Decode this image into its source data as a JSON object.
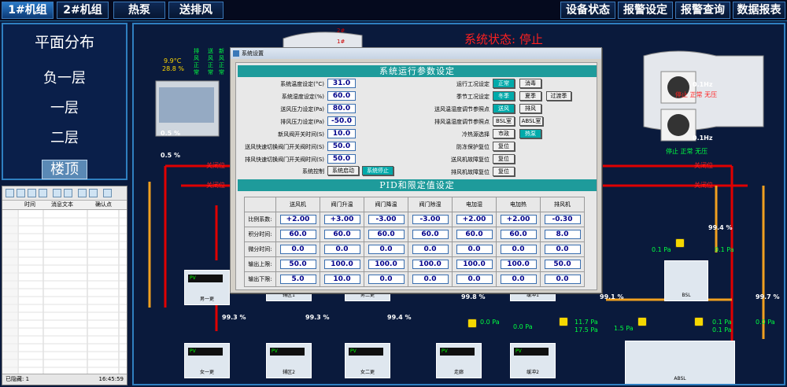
{
  "top_tabs": [
    {
      "label": "1#机组",
      "active": true
    },
    {
      "label": "2#机组",
      "active": false
    },
    {
      "label": "热泵",
      "active": false
    },
    {
      "label": "送排风",
      "active": false
    }
  ],
  "top_right_tabs": [
    "设备状态",
    "报警设定",
    "报警查询",
    "数据报表"
  ],
  "sidebar": {
    "title": "平面分布",
    "items": [
      "负一层",
      "一层",
      "二层",
      "楼顶"
    ],
    "active_index": 3
  },
  "log": {
    "columns": [
      "时间",
      "消息文本",
      "确认点"
    ],
    "status": "已隐藏: 1",
    "time": "16:45:59"
  },
  "plant": {
    "system_status": "系统状态: 停止",
    "temp": "9.9°C",
    "humidity": "28.8 %",
    "fan_freq_1": "0.1Hz",
    "fan_freq_2": "0.1Hz",
    "fan_status_1": "停止 正常 无压",
    "fan_status_2": "停止 正常 无压",
    "ratio_1": "0.5 %",
    "ratio_2": "0.5 %",
    "valve_label": "关闭位",
    "pcts": [
      "99.4 %",
      "99.3 %",
      "99.3 %",
      "99.4 %",
      "99.8 %",
      "99.1 %",
      "99.7 %"
    ],
    "rooms": [
      "男一更",
      "女一更",
      "辅区1",
      "男二更",
      "缓冲1",
      "辅区2",
      "女二更",
      "走廊",
      "缓冲2",
      "BSL",
      "ABSL"
    ],
    "unit_tags": [
      "2#",
      "1#"
    ],
    "pressure_pa": [
      "0.1 Pa",
      "0.1 Pa",
      "11.7 Pa",
      "17.5 Pa",
      "0.0 Pa",
      "0.0 Pa",
      "1.5 Pa",
      "0.1 Pa",
      "0.1 Pa",
      "0.0 Pa"
    ],
    "vertical_labels": [
      "送风正常",
      "排风正常",
      "新风正常"
    ]
  },
  "dialog": {
    "window_title": "系统设置",
    "section1": "系统运行参数设定",
    "section2": "PID和限定值设定",
    "params": [
      {
        "label": "系统温度设定(°C)",
        "value": "31.0"
      },
      {
        "label": "系统湿度设定(%)",
        "value": "60.0"
      },
      {
        "label": "送风压力设定(Pa)",
        "value": "80.0"
      },
      {
        "label": "排风压力设定(Pa)",
        "value": "-50.0"
      },
      {
        "label": "新风阀开关时间(S)",
        "value": "10.0"
      },
      {
        "label": "送风快速切换阀门开关阀时间(S)",
        "value": "50.0"
      },
      {
        "label": "排风快速切换阀门开关阀时间(S)",
        "value": "50.0"
      }
    ],
    "sys_ctrl_label": "系统控制",
    "start_btn": "系统启动",
    "stop_btn": "系统停止",
    "right_rows": [
      {
        "label": "运行工况设定",
        "buttons": [
          "正常",
          "消毒"
        ]
      },
      {
        "label": "季节工况设定",
        "buttons": [
          "冬季",
          "夏季",
          "过渡季"
        ]
      },
      {
        "label": "送风温湿度调节参照点",
        "buttons": [
          "送风",
          "排风"
        ]
      },
      {
        "label": "排风温湿度调节参照点",
        "buttons": [
          "BSL室",
          "ABSL室"
        ]
      },
      {
        "label": "冷热源选择",
        "buttons": [
          "市政",
          "热泵"
        ]
      },
      {
        "label": "防冻保护复位",
        "buttons": [
          "复位"
        ]
      },
      {
        "label": "送风机故障复位",
        "buttons": [
          "复位"
        ]
      },
      {
        "label": "排风机故障复位",
        "buttons": [
          "复位"
        ]
      }
    ],
    "pid_columns": [
      "送风机",
      "阀门升温",
      "阀门降温",
      "阀门除湿",
      "电加湿",
      "电加热",
      "排风机"
    ],
    "pid_rows": [
      {
        "label": "比例系数:",
        "values": [
          "+2.00",
          "+3.00",
          "-3.00",
          "-3.00",
          "+2.00",
          "+2.00",
          "-0.30"
        ]
      },
      {
        "label": "积分时间:",
        "values": [
          "60.0",
          "60.0",
          "60.0",
          "60.0",
          "60.0",
          "60.0",
          "8.0"
        ]
      },
      {
        "label": "微分时间:",
        "values": [
          "0.0",
          "0.0",
          "0.0",
          "0.0",
          "0.0",
          "0.0",
          "0.0"
        ]
      },
      {
        "label": "输出上限:",
        "values": [
          "50.0",
          "100.0",
          "100.0",
          "100.0",
          "100.0",
          "100.0",
          "50.0"
        ]
      },
      {
        "label": "输出下限:",
        "values": [
          "5.0",
          "10.0",
          "0.0",
          "0.0",
          "0.0",
          "0.0",
          "0.0"
        ]
      }
    ]
  },
  "colors": {
    "pipe_red": "#e00000",
    "pipe_orange": "#f0a020",
    "teal": "#1e9b9b",
    "status_red": "#ff2020",
    "ok_green": "#00ff40"
  }
}
